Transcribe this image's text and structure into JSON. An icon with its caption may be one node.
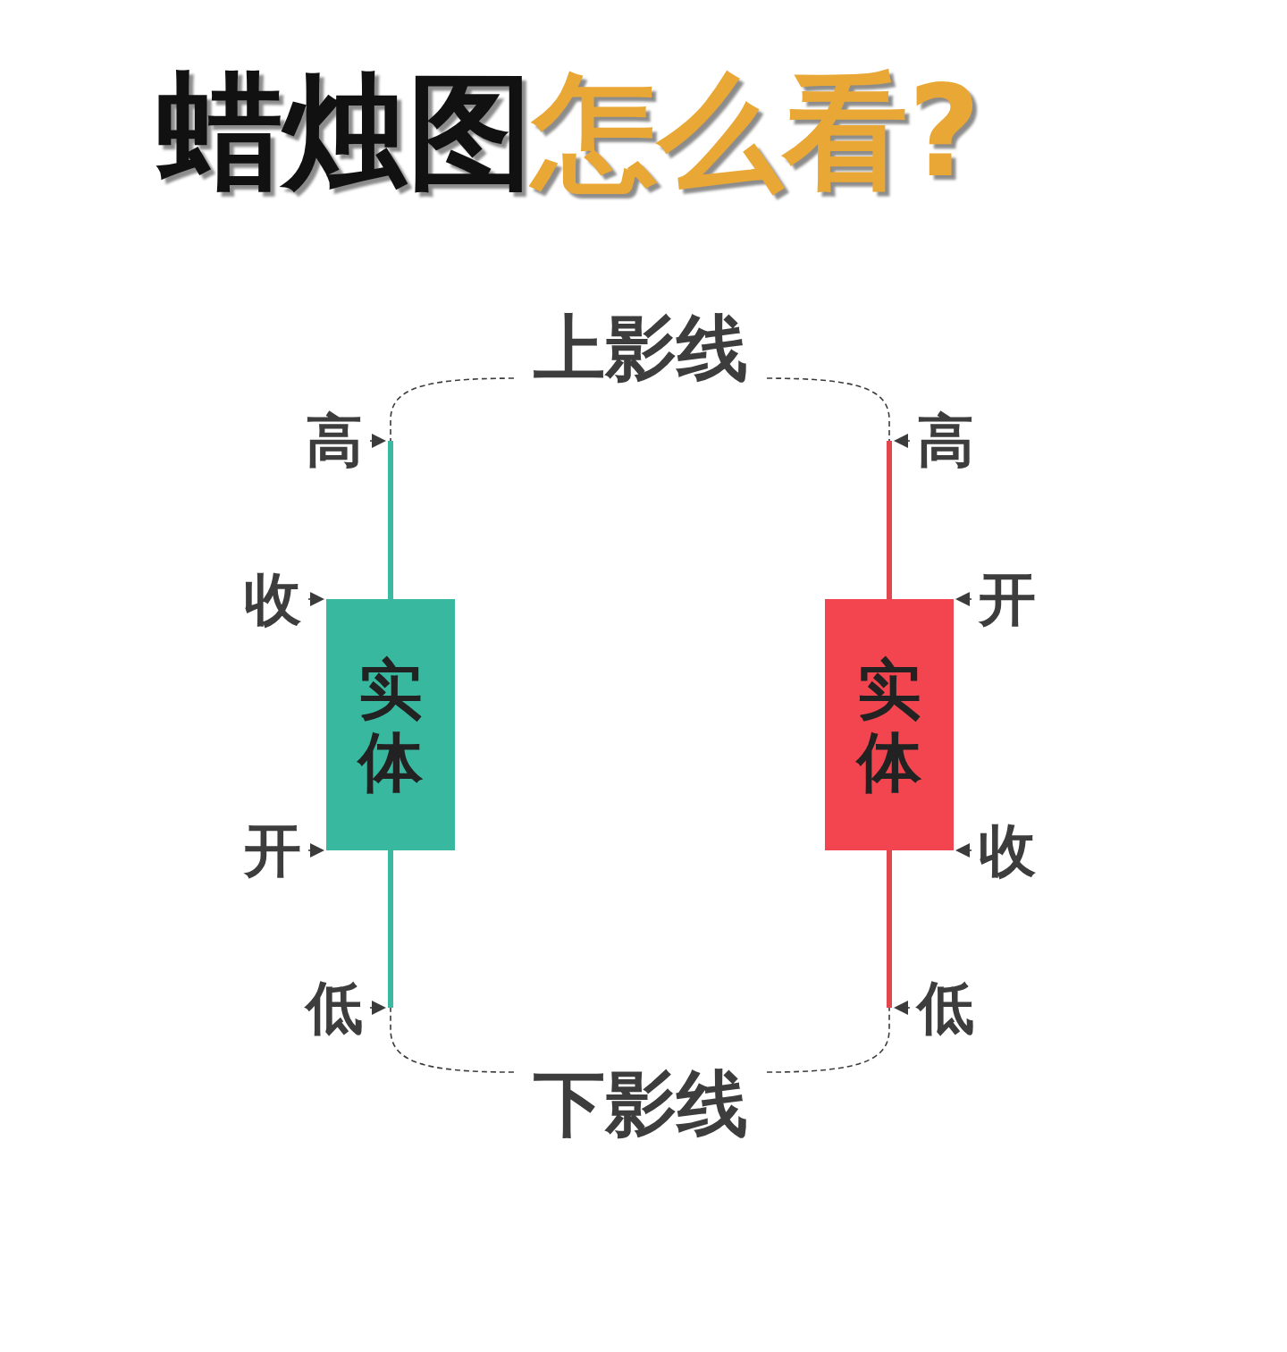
{
  "diagram": {
    "title": "蜡烛图**怎么看?**",
    "nodes": [
      {
        "text": [
          "上影线"
        ]
      },
      {
        "text": [
          "高"
        ]
      },
      {
        "text": [],
        "shape": "bar"
      },
      {
        "text": [],
        "shape": "bar"
      },
      {
        "text": [
          "高"
        ]
      },
      {
        "text": [
          "收"
        ]
      },
      {
        "text": [
          "实体"
        ]
      },
      {
        "text": [
          "实体"
        ]
      },
      {
        "text": [
          "开"
        ]
      },
      {
        "text": [
          "开"
        ]
      },
      {
        "text": [
          "收"
        ]
      },
      {
        "text": [
          "低"
        ]
      },
      {
        "text": [],
        "shape": "bar"
      },
      {
        "text": [],
        "shape": "bar"
      },
      {
        "text": [
          "低"
        ]
      },
      {
        "text": [
          "下影线"
        ]
      }
    ],
    "edges": [
      {
        "from": 0,
        "to": 2,
        "arrow": "none",
        "style": "dashed"
      },
      {
        "from": 0,
        "to": 3,
        "arrow": "none",
        "style": "dashed"
      },
      {
        "from": 1,
        "to": 2,
        "arrow": "to"
      },
      {
        "from": 4,
        "to": 3,
        "arrow": "to"
      },
      {
        "from": 5,
        "to": 6,
        "arrow": "to"
      },
      {
        "from": 8,
        "to": 7,
        "arrow": "to"
      },
      {
        "from": 9,
        "to": 6,
        "arrow": "to"
      },
      {
        "from": 10,
        "to": 7,
        "arrow": "to"
      },
      {
        "from": 11,
        "to": 12,
        "arrow": "to"
      },
      {
        "from": 14,
        "to": 13,
        "arrow": "to"
      },
      {
        "from": 15,
        "to": 12,
        "arrow": "none",
        "style": "dashed"
      },
      {
        "from": 15,
        "to": 13,
        "arrow": "none",
        "style": "dashed"
      }
    ]
  }
}
